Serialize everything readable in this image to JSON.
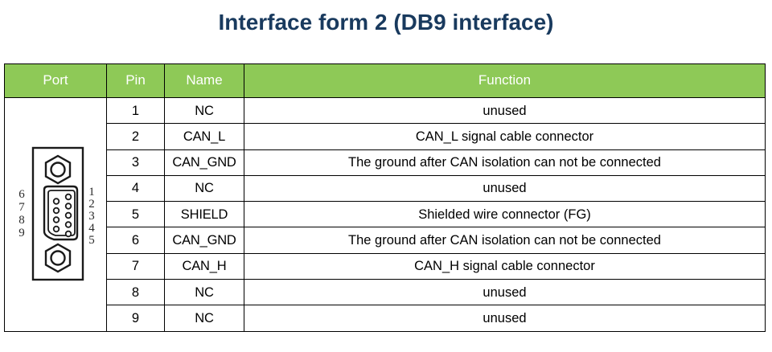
{
  "title": "Interface form 2 (DB9 interface)",
  "colors": {
    "title_text": "#193a5e",
    "header_background": "#8ec957",
    "header_text": "#ffffff",
    "border": "#000000",
    "body_text": "#000000"
  },
  "table": {
    "headers": {
      "port": "Port",
      "pin": "Pin",
      "name": "Name",
      "function": "Function"
    },
    "rows": [
      {
        "pin": "1",
        "name": "NC",
        "function": "unused"
      },
      {
        "pin": "2",
        "name": "CAN_L",
        "function": "CAN_L signal cable connector"
      },
      {
        "pin": "3",
        "name": "CAN_GND",
        "function": "The ground after CAN isolation can not be connected"
      },
      {
        "pin": "4",
        "name": "NC",
        "function": "unused"
      },
      {
        "pin": "5",
        "name": "SHIELD",
        "function": "Shielded wire connector (FG)"
      },
      {
        "pin": "6",
        "name": "CAN_GND",
        "function": "The ground after CAN isolation can not be connected"
      },
      {
        "pin": "7",
        "name": "CAN_H",
        "function": "CAN_H signal cable connector"
      },
      {
        "pin": "8",
        "name": "NC",
        "function": "unused"
      },
      {
        "pin": "9",
        "name": "NC",
        "function": "unused"
      }
    ]
  },
  "connector": {
    "type": "db9-connector-diagram",
    "left_pin_labels": [
      "6",
      "7",
      "8",
      "9"
    ],
    "right_pin_labels": [
      "1",
      "2",
      "3",
      "4",
      "5"
    ]
  }
}
